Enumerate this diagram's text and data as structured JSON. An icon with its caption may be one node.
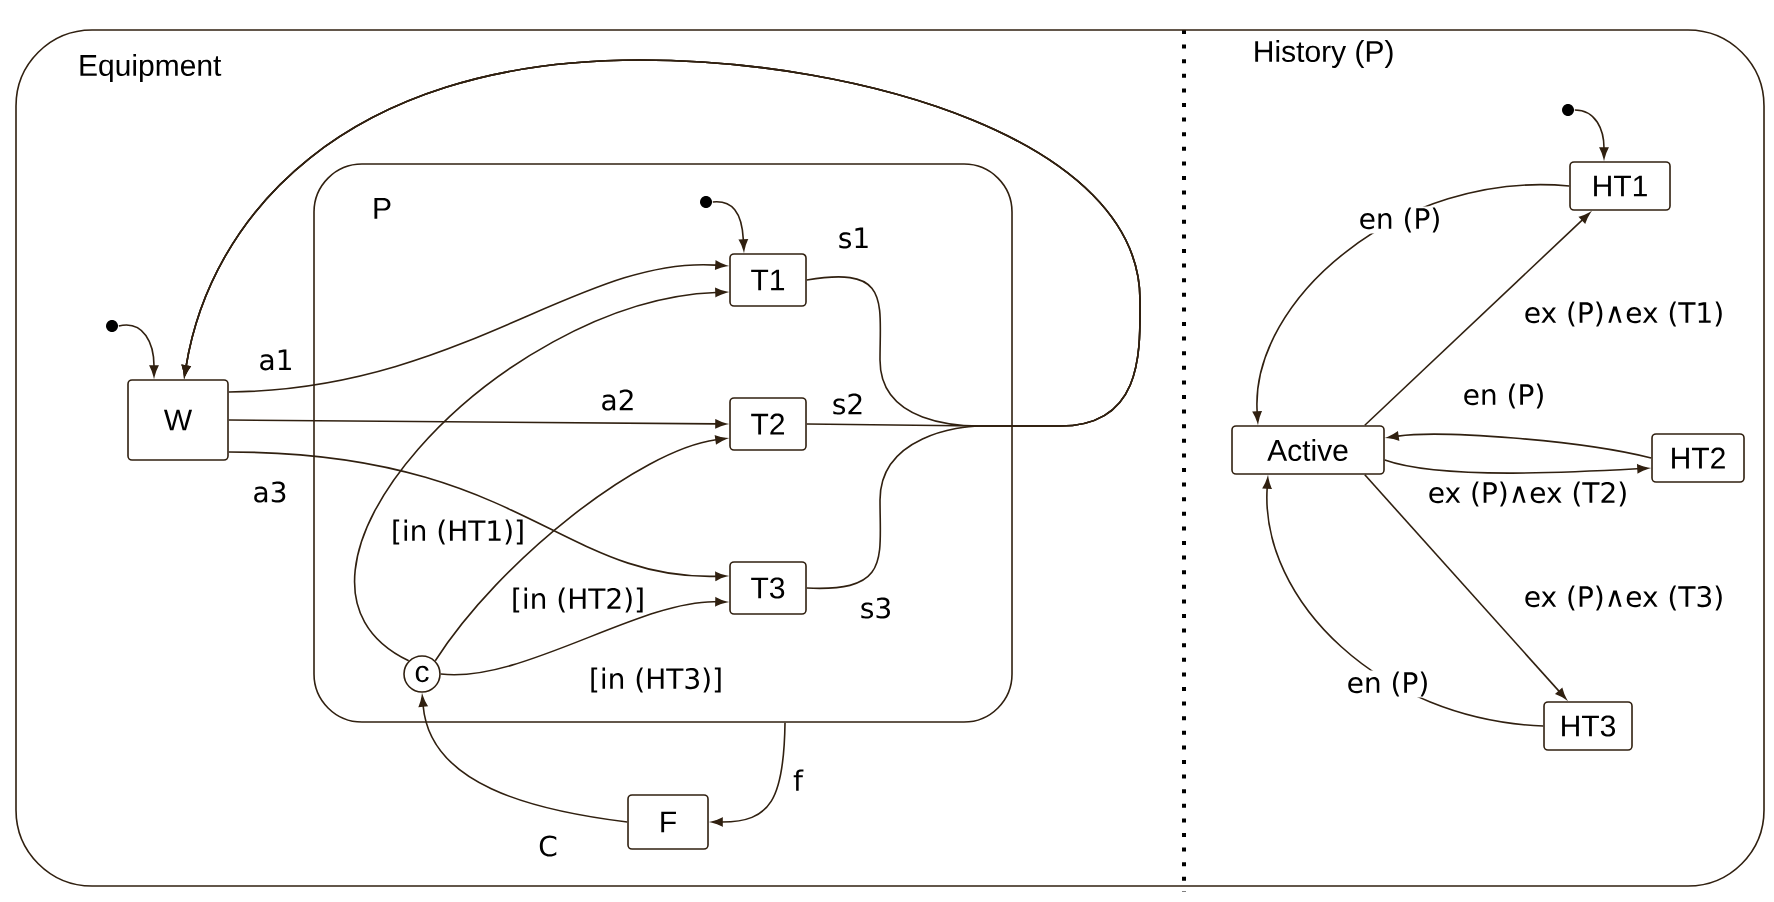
{
  "diagram": {
    "nodes": [
      {
        "text": [
          "Equipment"
        ]
      },
      {
        "text": [
          "P"
        ],
        "in": 0
      },
      {
        "text": [
          "W"
        ],
        "in": 0
      },
      {
        "text": [],
        "shape": "circle",
        "in": 0
      },
      {
        "text": [],
        "shape": "circle",
        "in": 1
      },
      {
        "text": [
          "T1"
        ],
        "in": 1
      },
      {
        "text": [
          "T2"
        ],
        "in": 1
      },
      {
        "text": [
          "T3"
        ],
        "in": 1
      },
      {
        "text": [
          "c"
        ],
        "in": 1
      },
      {
        "text": [
          "F"
        ],
        "in": 0
      },
      {
        "text": [],
        "shape": "circle",
        "in": 0
      },
      {
        "text": [
          "HT1"
        ],
        "in": 0
      },
      {
        "text": [
          "Active"
        ],
        "in": 0
      },
      {
        "text": [
          "HT2"
        ],
        "in": 0
      },
      {
        "text": [
          "HT3"
        ],
        "in": 0
      }
    ],
    "edges": [
      {
        "from": 3,
        "to": 2,
        "arrow": "to"
      },
      {
        "from": 2,
        "to": 5,
        "arrow": "to",
        "label": "a1"
      },
      {
        "from": 2,
        "to": 6,
        "arrow": "to",
        "label": "a2"
      },
      {
        "from": 2,
        "to": 7,
        "arrow": "to",
        "label": "a3"
      },
      {
        "from": 4,
        "to": 5,
        "arrow": "to"
      },
      {
        "from": 8,
        "to": 5,
        "arrow": "to",
        "label": "[in (HT1)]"
      },
      {
        "from": 8,
        "to": 6,
        "arrow": "to",
        "label": "[in (HT2)]"
      },
      {
        "from": 8,
        "to": 7,
        "arrow": "to",
        "label": "[in (HT3)]"
      },
      {
        "from": 5,
        "to": 2,
        "arrow": "to",
        "label": "s1"
      },
      {
        "from": 6,
        "to": 2,
        "arrow": "to",
        "label": "s2"
      },
      {
        "from": 7,
        "to": 2,
        "arrow": "to",
        "label": "s3"
      },
      {
        "from": 1,
        "to": 9,
        "arrow": "to",
        "label": "f"
      },
      {
        "from": 9,
        "to": 8,
        "arrow": "to",
        "label": "C"
      },
      {
        "from": 10,
        "to": 11,
        "arrow": "to"
      },
      {
        "from": 11,
        "to": 12,
        "arrow": "to",
        "label": "en (P)"
      },
      {
        "from": 12,
        "to": 11,
        "arrow": "to",
        "label": "ex (P)∧ex (T1)"
      },
      {
        "from": 13,
        "to": 12,
        "arrow": "to",
        "label": "en (P)"
      },
      {
        "from": 12,
        "to": 13,
        "arrow": "to",
        "label": "ex (P)∧ex (T2)"
      },
      {
        "from": 12,
        "to": 14,
        "arrow": "to",
        "label": "ex (P)∧ex (T3)"
      },
      {
        "from": 14,
        "to": 12,
        "arrow": "to",
        "label": "en (P)"
      }
    ],
    "labels": [
      "History (P)"
    ]
  }
}
